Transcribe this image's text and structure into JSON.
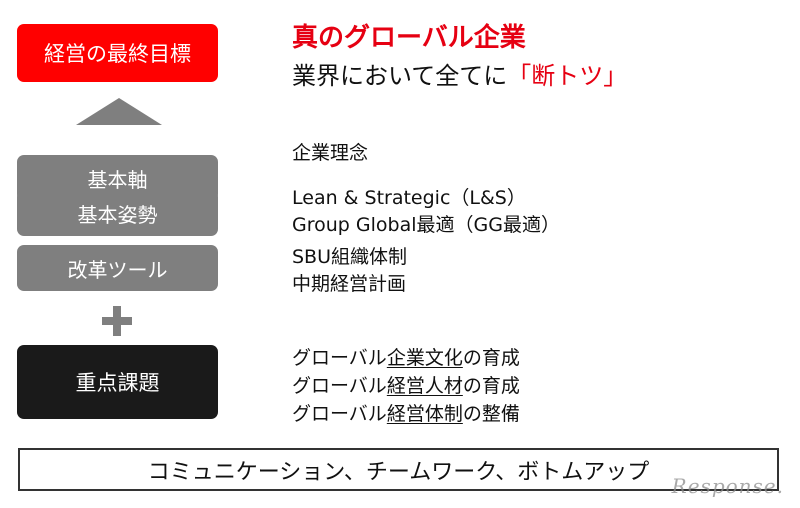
{
  "left_column": {
    "goal": "経営の最終目標",
    "core": "基本軸",
    "stance": "基本姿勢",
    "tools": "改革ツール",
    "key_issues": "重点課題"
  },
  "right_column": {
    "goal_title": "真のグローバル企業",
    "goal_sub_prefix": "業界において全てに",
    "goal_sub_emphasis": "「断トツ」",
    "core_text": "企業理念",
    "stance_line1": "Lean & Strategic（L&S）",
    "stance_line2": "Group Global最適（GG最適）",
    "tools_line1": "SBU組織体制",
    "tools_line2": "中期経営計画",
    "key_lines": [
      {
        "prefix": "グローバル",
        "underlined": "企業文化",
        "suffix": "の育成"
      },
      {
        "prefix": "グローバル",
        "underlined": "経営人材",
        "suffix": "の育成"
      },
      {
        "prefix": "グローバル",
        "underlined": "経営体制",
        "suffix": "の整備"
      }
    ]
  },
  "banner": "コミュニケーション、チームワーク、ボトムアップ",
  "watermark": "Response.",
  "colors": {
    "accent": "#e60012",
    "gray_box": "#7f7f7f",
    "dark_box": "#1a1a1a"
  }
}
